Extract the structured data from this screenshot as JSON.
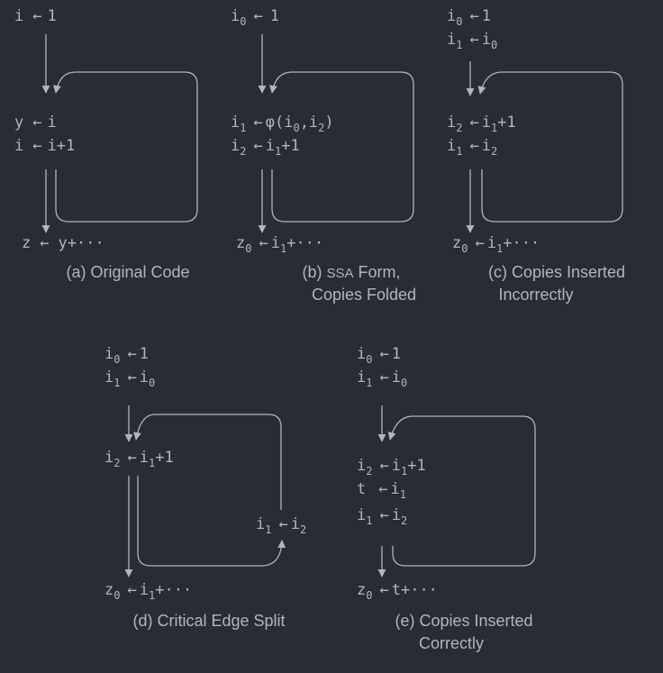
{
  "panels": {
    "a": {
      "lines": [
        {
          "lhs": "i",
          "lhs_sub": "",
          "rhs": "1"
        },
        {
          "lhs": "y",
          "lhs_sub": "",
          "rhs": "i"
        },
        {
          "lhs": "i",
          "lhs_sub": "",
          "rhs": "i+1"
        },
        {
          "lhs": "z",
          "lhs_sub": "",
          "rhs": "y+···"
        }
      ],
      "caption": [
        "(a) Original Code"
      ]
    },
    "b": {
      "lines": [
        {
          "lhs": "i",
          "lhs_sub": "0",
          "rhs": "1"
        },
        {
          "lhs": "i",
          "lhs_sub": "1",
          "rhs_parts": [
            {
              "t": "φ(i"
            },
            {
              "s": "0"
            },
            {
              "t": ",i"
            },
            {
              "s": "2"
            },
            {
              "t": ")"
            }
          ]
        },
        {
          "lhs": "i",
          "lhs_sub": "2",
          "rhs_parts": [
            {
              "t": "i"
            },
            {
              "s": "1"
            },
            {
              "t": "+1"
            }
          ]
        },
        {
          "lhs": "z",
          "lhs_sub": "0",
          "rhs_parts": [
            {
              "t": "i"
            },
            {
              "s": "1"
            },
            {
              "t": "+···"
            }
          ]
        }
      ],
      "caption_prefix": "(b)",
      "caption_sc": "SSA",
      "caption_rest": "Form,",
      "caption_line2": "Copies Folded"
    },
    "c": {
      "lines": [
        {
          "lhs": "i",
          "lhs_sub": "0",
          "rhs": "1"
        },
        {
          "lhs": "i",
          "lhs_sub": "1",
          "rhs_parts": [
            {
              "t": "i"
            },
            {
              "s": "0"
            }
          ]
        },
        {
          "lhs": "i",
          "lhs_sub": "2",
          "rhs_parts": [
            {
              "t": "i"
            },
            {
              "s": "1"
            },
            {
              "t": "+1"
            }
          ]
        },
        {
          "lhs": "i",
          "lhs_sub": "1",
          "rhs_parts": [
            {
              "t": "i"
            },
            {
              "s": "2"
            }
          ]
        },
        {
          "lhs": "z",
          "lhs_sub": "0",
          "rhs_parts": [
            {
              "t": "i"
            },
            {
              "s": "1"
            },
            {
              "t": "+···"
            }
          ]
        }
      ],
      "caption": [
        "(c) Copies Inserted",
        "Incorrectly"
      ]
    },
    "d": {
      "lines": [
        {
          "lhs": "i",
          "lhs_sub": "0",
          "rhs": "1"
        },
        {
          "lhs": "i",
          "lhs_sub": "1",
          "rhs_parts": [
            {
              "t": "i"
            },
            {
              "s": "0"
            }
          ]
        },
        {
          "lhs": "i",
          "lhs_sub": "2",
          "rhs_parts": [
            {
              "t": "i"
            },
            {
              "s": "1"
            },
            {
              "t": "+1"
            }
          ]
        },
        {
          "lhs": "i",
          "lhs_sub": "1",
          "rhs_parts": [
            {
              "t": "i"
            },
            {
              "s": "2"
            }
          ]
        },
        {
          "lhs": "z",
          "lhs_sub": "0",
          "rhs_parts": [
            {
              "t": "i"
            },
            {
              "s": "1"
            },
            {
              "t": "+···"
            }
          ]
        }
      ],
      "caption": [
        "(d) Critical Edge Split"
      ]
    },
    "e": {
      "lines": [
        {
          "lhs": "i",
          "lhs_sub": "0",
          "rhs": "1"
        },
        {
          "lhs": "i",
          "lhs_sub": "1",
          "rhs_parts": [
            {
              "t": "i"
            },
            {
              "s": "0"
            }
          ]
        },
        {
          "lhs": "i",
          "lhs_sub": "2",
          "rhs_parts": [
            {
              "t": "i"
            },
            {
              "s": "1"
            },
            {
              "t": "+1"
            }
          ]
        },
        {
          "lhs": "t",
          "lhs_sub": "",
          "rhs_parts": [
            {
              "t": "i"
            },
            {
              "s": "1"
            }
          ]
        },
        {
          "lhs": "i",
          "lhs_sub": "1",
          "rhs_parts": [
            {
              "t": "i"
            },
            {
              "s": "2"
            }
          ]
        },
        {
          "lhs": "z",
          "lhs_sub": "0",
          "rhs_parts": [
            {
              "t": "t+···"
            }
          ]
        }
      ],
      "caption": [
        "(e) Copies Inserted",
        "Correctly"
      ]
    }
  },
  "assign_arrow": "←",
  "colors": {
    "background": "#282c33",
    "foreground": "#aeb6c1"
  }
}
